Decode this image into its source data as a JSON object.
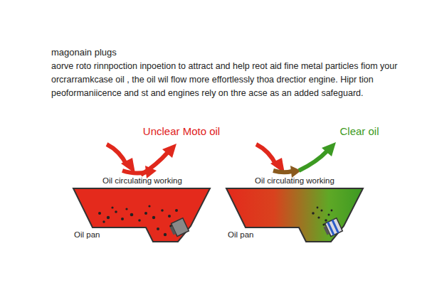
{
  "diagram": {
    "title": "magonain plugs",
    "labels": [
      "aorve roto rinnpoction inpoetion to attract and help reot aid fine metal particles fiom your orcrarramkcase oil , the oil wil flow more effortlessly thoa drectior engine. Hipr tion peoformaniicence and st and engines rely on thre acse as an added safeguard.",
      "Unclear Moto oil",
      "Oil circulating working",
      "Oil pan",
      "Clear oil",
      "Oil circulating working",
      "Oil pan"
    ]
  }
}
